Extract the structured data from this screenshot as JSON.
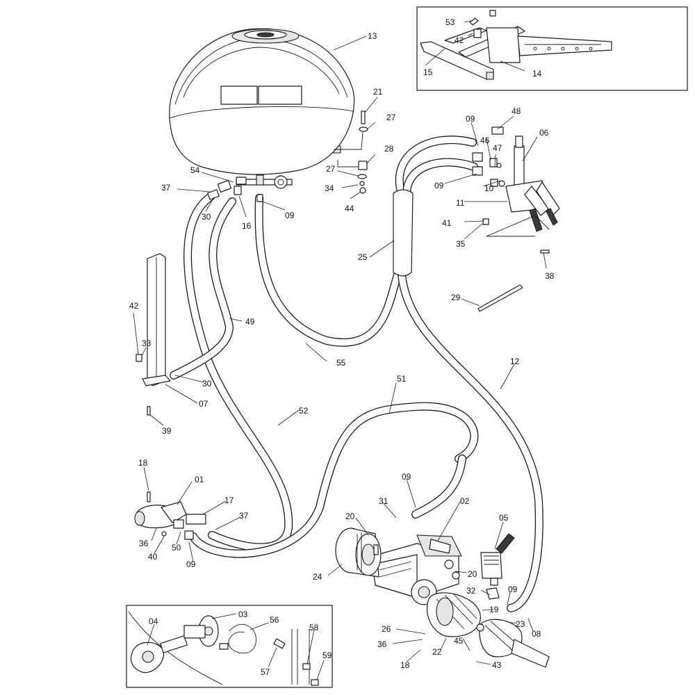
{
  "diagram": {
    "callouts": [
      {
        "id": "c13",
        "text": "13"
      },
      {
        "id": "c53",
        "text": "53"
      },
      {
        "id": "c42a",
        "text": "42"
      },
      {
        "id": "c15",
        "text": "15"
      },
      {
        "id": "c14",
        "text": "14"
      },
      {
        "id": "c21",
        "text": "21"
      },
      {
        "id": "c27a",
        "text": "27"
      },
      {
        "id": "c28",
        "text": "28"
      },
      {
        "id": "c27b",
        "text": "27"
      },
      {
        "id": "c34",
        "text": "34"
      },
      {
        "id": "c44",
        "text": "44"
      },
      {
        "id": "c54",
        "text": "54"
      },
      {
        "id": "c37a",
        "text": "37"
      },
      {
        "id": "c30a",
        "text": "30"
      },
      {
        "id": "c16",
        "text": "16"
      },
      {
        "id": "c09a",
        "text": "09"
      },
      {
        "id": "c09b",
        "text": "09"
      },
      {
        "id": "c48",
        "text": "48"
      },
      {
        "id": "c06",
        "text": "06"
      },
      {
        "id": "c46",
        "text": "46"
      },
      {
        "id": "c47",
        "text": "47"
      },
      {
        "id": "c09c",
        "text": "09"
      },
      {
        "id": "c10",
        "text": "10"
      },
      {
        "id": "c11",
        "text": "11"
      },
      {
        "id": "c41",
        "text": "41"
      },
      {
        "id": "c35",
        "text": "35"
      },
      {
        "id": "c38",
        "text": "38"
      },
      {
        "id": "c25",
        "text": "25"
      },
      {
        "id": "c29",
        "text": "29"
      },
      {
        "id": "c42b",
        "text": "42"
      },
      {
        "id": "c33",
        "text": "33"
      },
      {
        "id": "c49",
        "text": "49"
      },
      {
        "id": "c55",
        "text": "55"
      },
      {
        "id": "c12",
        "text": "12"
      },
      {
        "id": "c30b",
        "text": "30"
      },
      {
        "id": "c07",
        "text": "07"
      },
      {
        "id": "c39",
        "text": "39"
      },
      {
        "id": "c51",
        "text": "51"
      },
      {
        "id": "c52",
        "text": "52"
      },
      {
        "id": "c18a",
        "text": "18"
      },
      {
        "id": "c01",
        "text": "01"
      },
      {
        "id": "c17",
        "text": "17"
      },
      {
        "id": "c37b",
        "text": "37"
      },
      {
        "id": "c36a",
        "text": "36"
      },
      {
        "id": "c40",
        "text": "40"
      },
      {
        "id": "c50",
        "text": "50"
      },
      {
        "id": "c09d",
        "text": "09"
      },
      {
        "id": "c09e",
        "text": "09"
      },
      {
        "id": "c31",
        "text": "31"
      },
      {
        "id": "c02",
        "text": "02"
      },
      {
        "id": "c20a",
        "text": "20"
      },
      {
        "id": "c05",
        "text": "05"
      },
      {
        "id": "c24",
        "text": "24"
      },
      {
        "id": "c20b",
        "text": "20"
      },
      {
        "id": "c32",
        "text": "32"
      },
      {
        "id": "c09f",
        "text": "09"
      },
      {
        "id": "c19",
        "text": "19"
      },
      {
        "id": "c23",
        "text": "23"
      },
      {
        "id": "c08",
        "text": "08"
      },
      {
        "id": "c26",
        "text": "26"
      },
      {
        "id": "c36b",
        "text": "36"
      },
      {
        "id": "c22",
        "text": "22"
      },
      {
        "id": "c45",
        "text": "45"
      },
      {
        "id": "c18b",
        "text": "18"
      },
      {
        "id": "c43",
        "text": "43"
      },
      {
        "id": "c04",
        "text": "04"
      },
      {
        "id": "c03",
        "text": "03"
      },
      {
        "id": "c56",
        "text": "56"
      },
      {
        "id": "c58",
        "text": "58"
      },
      {
        "id": "c57",
        "text": "57"
      },
      {
        "id": "c59",
        "text": "59"
      }
    ]
  }
}
